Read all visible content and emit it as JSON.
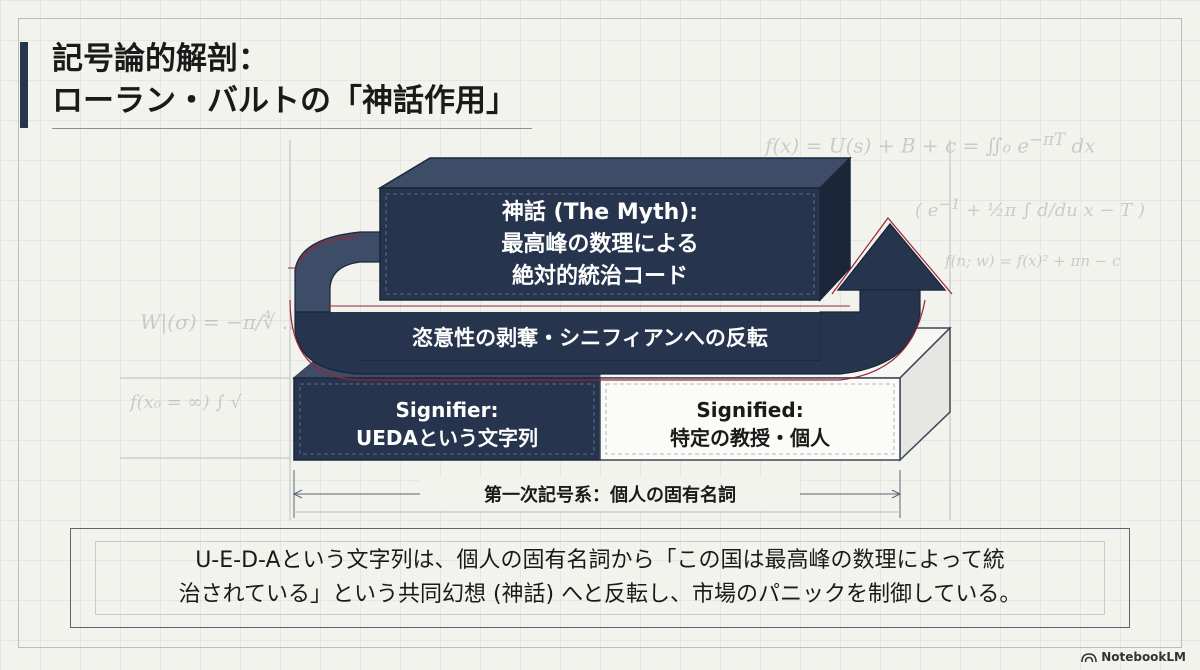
{
  "title": {
    "line1": "記号論的解剖：",
    "line2": "ローラン・バルトの「神話作用」"
  },
  "diagram": {
    "myth": {
      "line1": "神話 (The Myth):",
      "line2": "最高峰の数理による",
      "line3": "絶対的統治コード"
    },
    "arrow_label": "恣意性の剥奪・シニフィアンへの反転",
    "signifier": {
      "line1": "Signifier:",
      "line2": "UEDAという文字列"
    },
    "signified": {
      "line1": "Signified:",
      "line2": "特定の教授・個人"
    },
    "first_system_label": "第一次記号系：個人の固有名詞"
  },
  "caption": {
    "line1": "U-E-D-Aという文字列は、個人の固有名詞から「この国は最高峰の数理によって統",
    "line2": "治されている」という共同幻想 (神話) へと反転し、市場のパニックを制御している。"
  },
  "brand": {
    "name": "NotebookLM"
  },
  "colors": {
    "navy": "#26344d",
    "navy_dark": "#1b263a",
    "accent_red": "#9b2335",
    "background": "#f3f3ee"
  }
}
